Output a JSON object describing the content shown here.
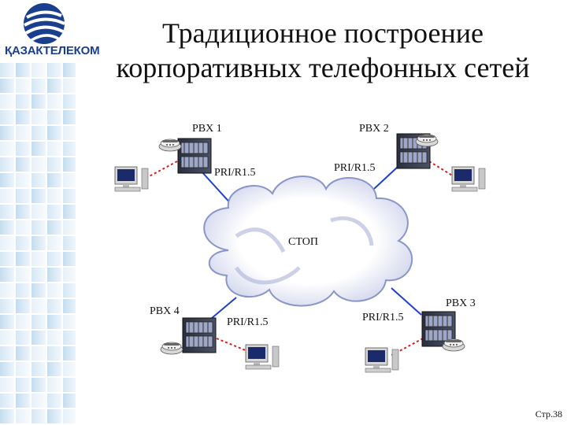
{
  "brand": {
    "name": "ҚАЗАКТЕЛЕКОМ",
    "primary_color": "#1a3f8f",
    "accent_color": "#2f6fc0"
  },
  "title": {
    "line1": "Традиционное построение",
    "line2": "корпоративных телефонных сетей"
  },
  "diagram": {
    "cloud_label": "СТОП",
    "nodes": [
      {
        "pbx_label": "PBX 1",
        "link_label": "PRI/R1.5"
      },
      {
        "pbx_label": "PBX 2",
        "link_label": "PRI/R1.5"
      },
      {
        "pbx_label": "PBX 3",
        "link_label": "PRI/R1.5"
      },
      {
        "pbx_label": "PBX 4",
        "link_label": "PRI/R1.5"
      }
    ],
    "colors": {
      "trunk_line": "#1f3fcf",
      "local_line": "#d42020",
      "cloud_fill": "#ffffff",
      "cloud_outline": "#8a95c8"
    }
  },
  "footer": {
    "page_number": "Стр.38"
  }
}
